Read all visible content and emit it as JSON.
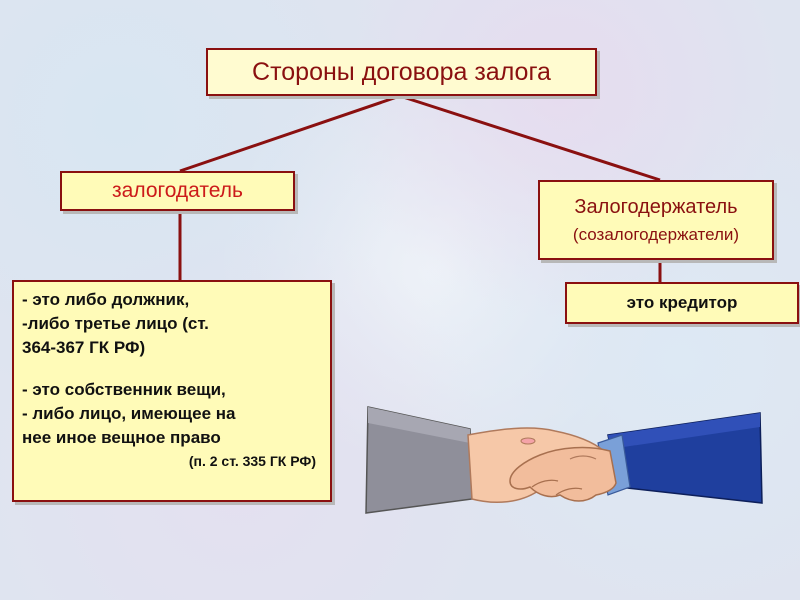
{
  "title": "Стороны договора залога",
  "pledgor": {
    "label": "залогодатель",
    "description": [
      "- это либо должник,",
      "-либо третье лицо (ст.",
      " 364-367 ГК РФ)",
      "",
      "- это собственник вещи,",
      " - либо лицо, имеющее на",
      " нее иное вещное право"
    ],
    "reference": "(п. 2 ст. 335 ГК РФ)"
  },
  "pledgee": {
    "label": "Залогодержатель",
    "sublabel": "(созалогодержатели)",
    "description": "это кредитор"
  },
  "colors": {
    "border": "#8a1010",
    "box_fill": "#fffbb8",
    "pledgor_text": "#cc1a1a"
  },
  "illustration": "handshake"
}
